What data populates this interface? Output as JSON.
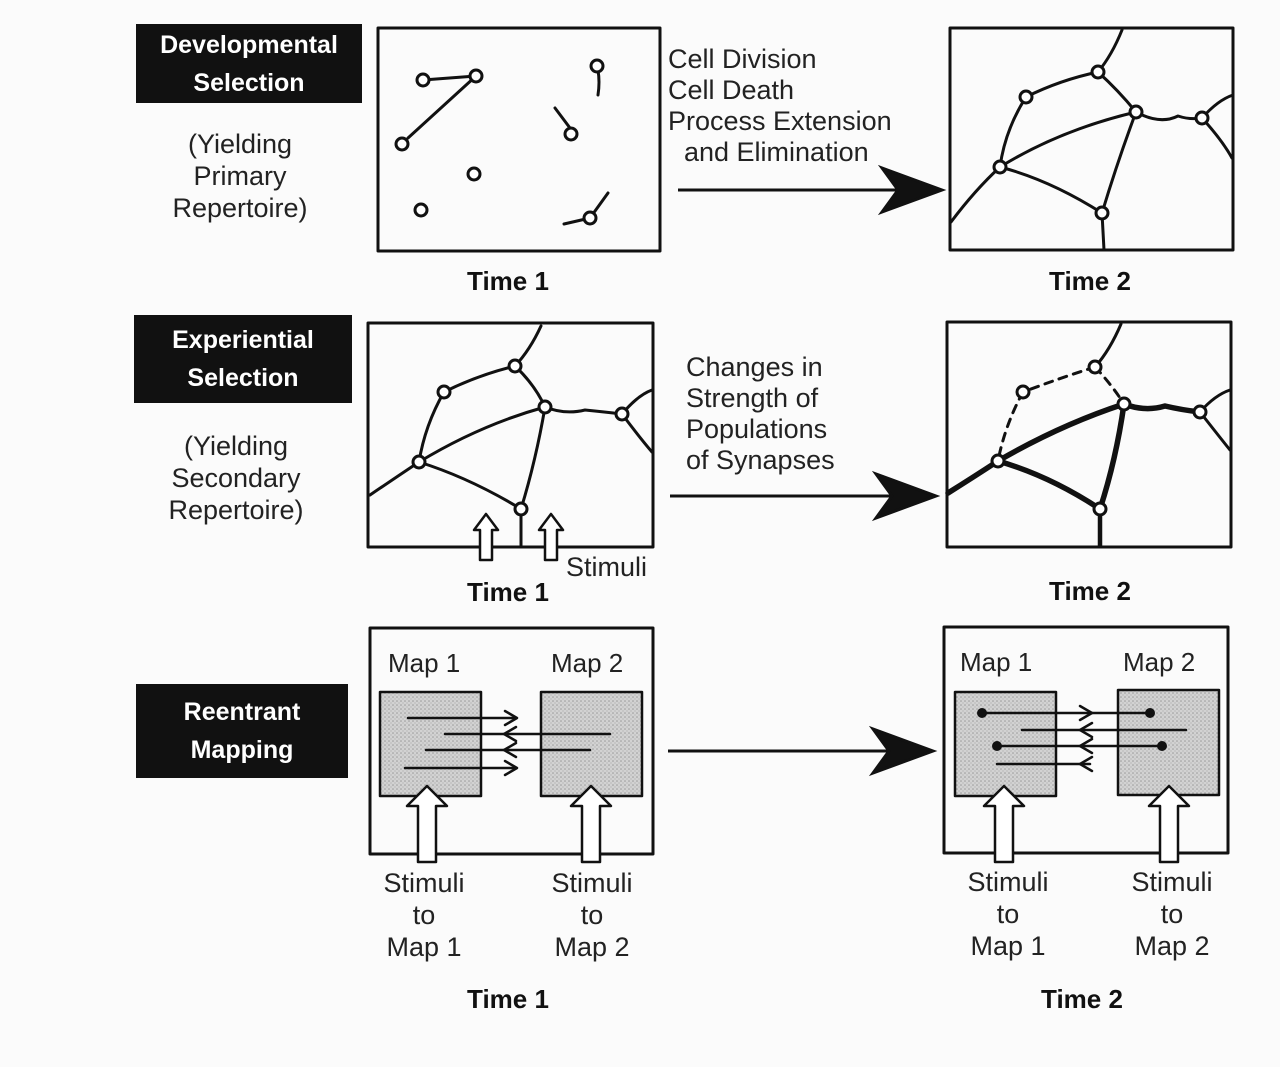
{
  "rows": {
    "developmental": {
      "tag_line1": "Developmental",
      "tag_line2": "Selection",
      "sub_line1": "(Yielding",
      "sub_line2": "Primary",
      "sub_line3": "Repertoire)",
      "process_lines": [
        "Cell Division",
        "Cell Death",
        "Process Extension",
        "and Elimination"
      ],
      "time1": "Time 1",
      "time2": "Time 2"
    },
    "experiential": {
      "tag_line1": "Experiential",
      "tag_line2": "Selection",
      "sub_line1": "(Yielding",
      "sub_line2": "Secondary",
      "sub_line3": "Repertoire)",
      "process_lines": [
        "Changes in",
        "Strength of",
        "Populations",
        "of Synapses"
      ],
      "stimuli_label": "Stimuli",
      "time1": "Time 1",
      "time2": "Time 2"
    },
    "reentrant": {
      "tag_line1": "Reentrant",
      "tag_line2": "Mapping",
      "map1_label": "Map 1",
      "map2_label": "Map 2",
      "stim1": [
        "Stimuli",
        "to",
        "Map 1"
      ],
      "stim2": [
        "Stimuli",
        "to",
        "Map 2"
      ],
      "time1": "Time 1",
      "time2": "Time 2"
    }
  },
  "colors": {
    "ink": "#111111",
    "map_fill": "#c8c8c8",
    "background": "#fbfbfb"
  }
}
